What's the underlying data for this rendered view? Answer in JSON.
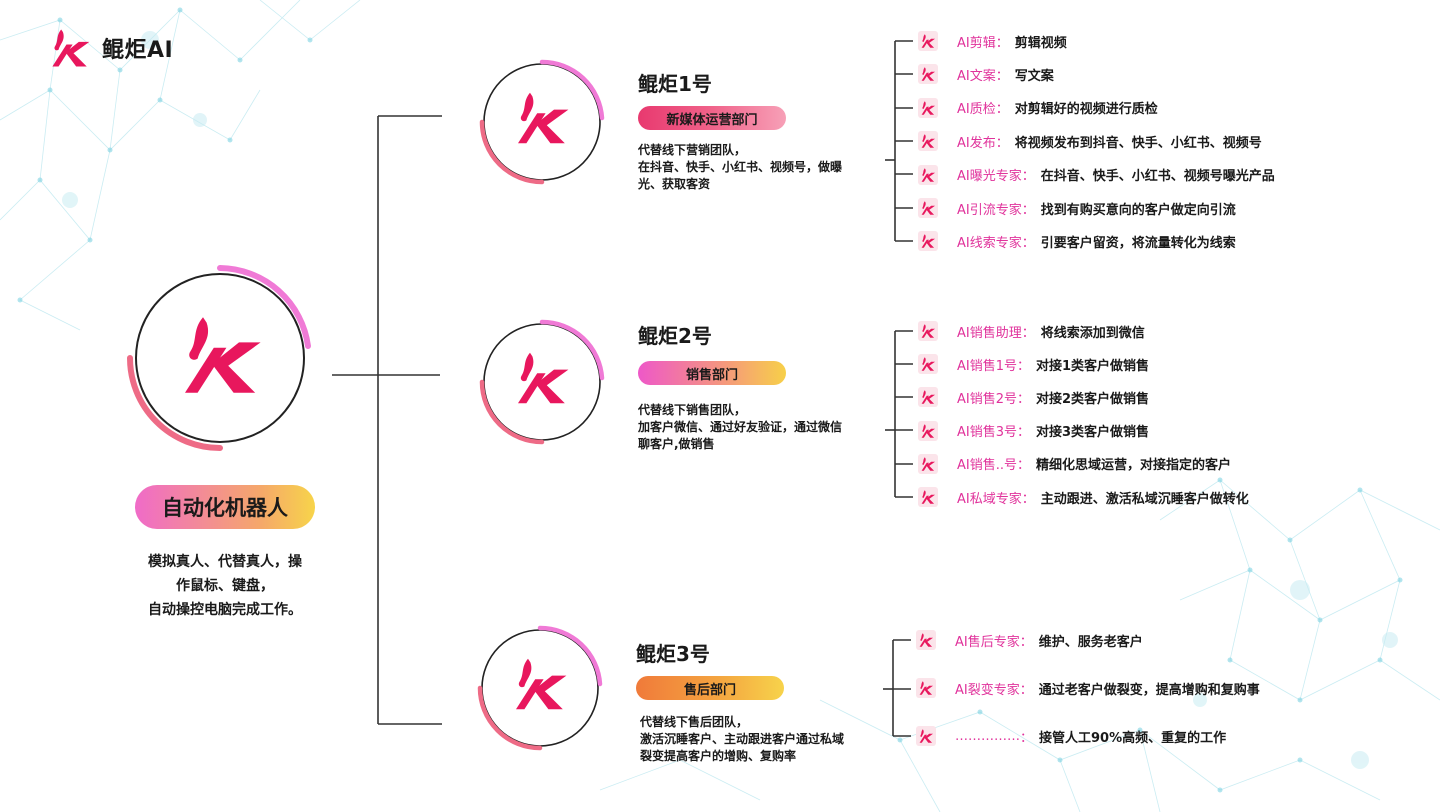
{
  "brand": {
    "name": "鲲炬AI"
  },
  "colors": {
    "accent_red": "#e8175d",
    "accent_pink": "#e0329b",
    "ring_pink": "#f07ad6",
    "ring_red": "#ee6b86"
  },
  "main": {
    "title": "自动化机器人",
    "desc_line1": "模拟真人、代替真人，操",
    "desc_line2": "作鼠标、键盘，",
    "desc_line3": "自动操控电脑完成工作。"
  },
  "departments": [
    {
      "title": "鲲炬1号",
      "pill": "新媒体运营部门",
      "desc": [
        "代替线下营销团队，",
        "在抖音、快手、小红书、视频号，做曝",
        "光、获取客资"
      ],
      "items": [
        {
          "role": "AI剪辑",
          "task": "剪辑视频"
        },
        {
          "role": "AI文案",
          "task": "写文案"
        },
        {
          "role": "AI质检",
          "task": "对剪辑好的视频进行质检"
        },
        {
          "role": "AI发布",
          "task": "将视频发布到抖音、快手、小红书、视频号"
        },
        {
          "role": "AI曝光专家",
          "task": "在抖音、快手、小红书、视频号曝光产品"
        },
        {
          "role": "AI引流专家",
          "task": "找到有购买意向的客户做定向引流"
        },
        {
          "role": "AI线索专家",
          "task": "引要客户留资，将流量转化为线索"
        }
      ]
    },
    {
      "title": "鲲炬2号",
      "pill": "销售部门",
      "desc": [
        "代替线下销售团队，",
        "加客户微信、通过好友验证，通过微信",
        "聊客户,做销售"
      ],
      "items": [
        {
          "role": "AI销售助理",
          "task": "将线索添加到微信"
        },
        {
          "role": "AI销售1号",
          "task": "对接1类客户做销售"
        },
        {
          "role": "AI销售2号",
          "task": "对接2类客户做销售"
        },
        {
          "role": "AI销售3号",
          "task": "对接3类客户做销售"
        },
        {
          "role": "AI销售..号",
          "task": "精细化思域运营，对接指定的客户"
        },
        {
          "role": "AI私域专家",
          "task": "主动跟进、激活私域沉睡客户做转化"
        }
      ]
    },
    {
      "title": "鲲炬3号",
      "pill": "售后部门",
      "desc": [
        "代替线下售后团队，",
        "激活沉睡客户、主动跟进客户通过私域",
        "裂变提高客户的增购、复购率"
      ],
      "items": [
        {
          "role": "AI售后专家",
          "task": "维护、服务老客户"
        },
        {
          "role": "AI裂变专家",
          "task": "通过老客户做裂变，提高增购和复购事"
        },
        {
          "role": "……………",
          "task": "接管人工90%高频、重复的工作"
        }
      ]
    }
  ]
}
